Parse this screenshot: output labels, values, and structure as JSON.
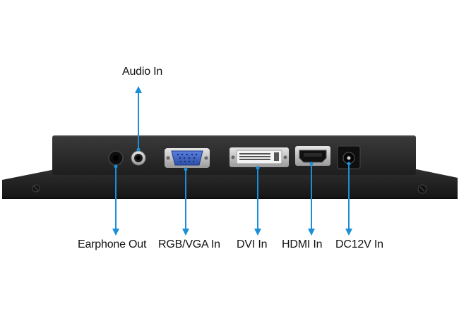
{
  "labels": {
    "audio_in": "Audio In",
    "earphone_out": "Earphone Out",
    "rgb_vga_in": "RGB/VGA In",
    "dvi_in": "DVI In",
    "hdmi_in": "HDMI In",
    "dc12v_in": "DC12V In"
  },
  "colors": {
    "arrow": "#1a8fd8",
    "device_body": "#2c2c2c",
    "device_flange": "#1f1f1f",
    "vga_port": "#3f66c8",
    "port_metal": "#c9c9c9"
  }
}
